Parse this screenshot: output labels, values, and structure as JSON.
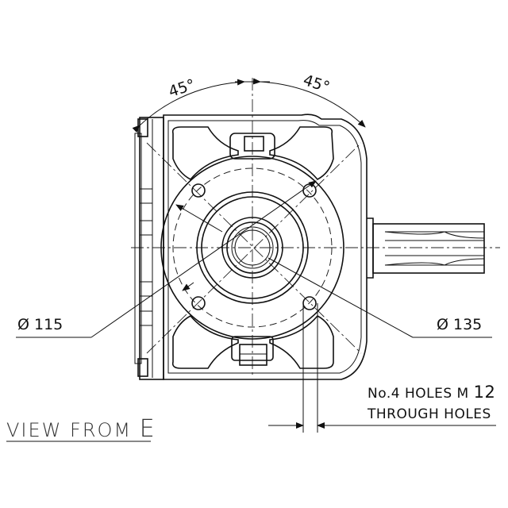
{
  "angles": {
    "left": "45°",
    "right": "45°"
  },
  "diameters": {
    "inner": "Ø 115",
    "outer": "Ø 135"
  },
  "holes_note": {
    "line1_prefix": "No.4 HOLES M",
    "line1_size": "12",
    "line2": "THROUGH HOLES"
  },
  "view_label": {
    "text": "VIEW FROM",
    "letter": "E"
  },
  "colors": {
    "line": "#111111",
    "background": "#ffffff"
  }
}
